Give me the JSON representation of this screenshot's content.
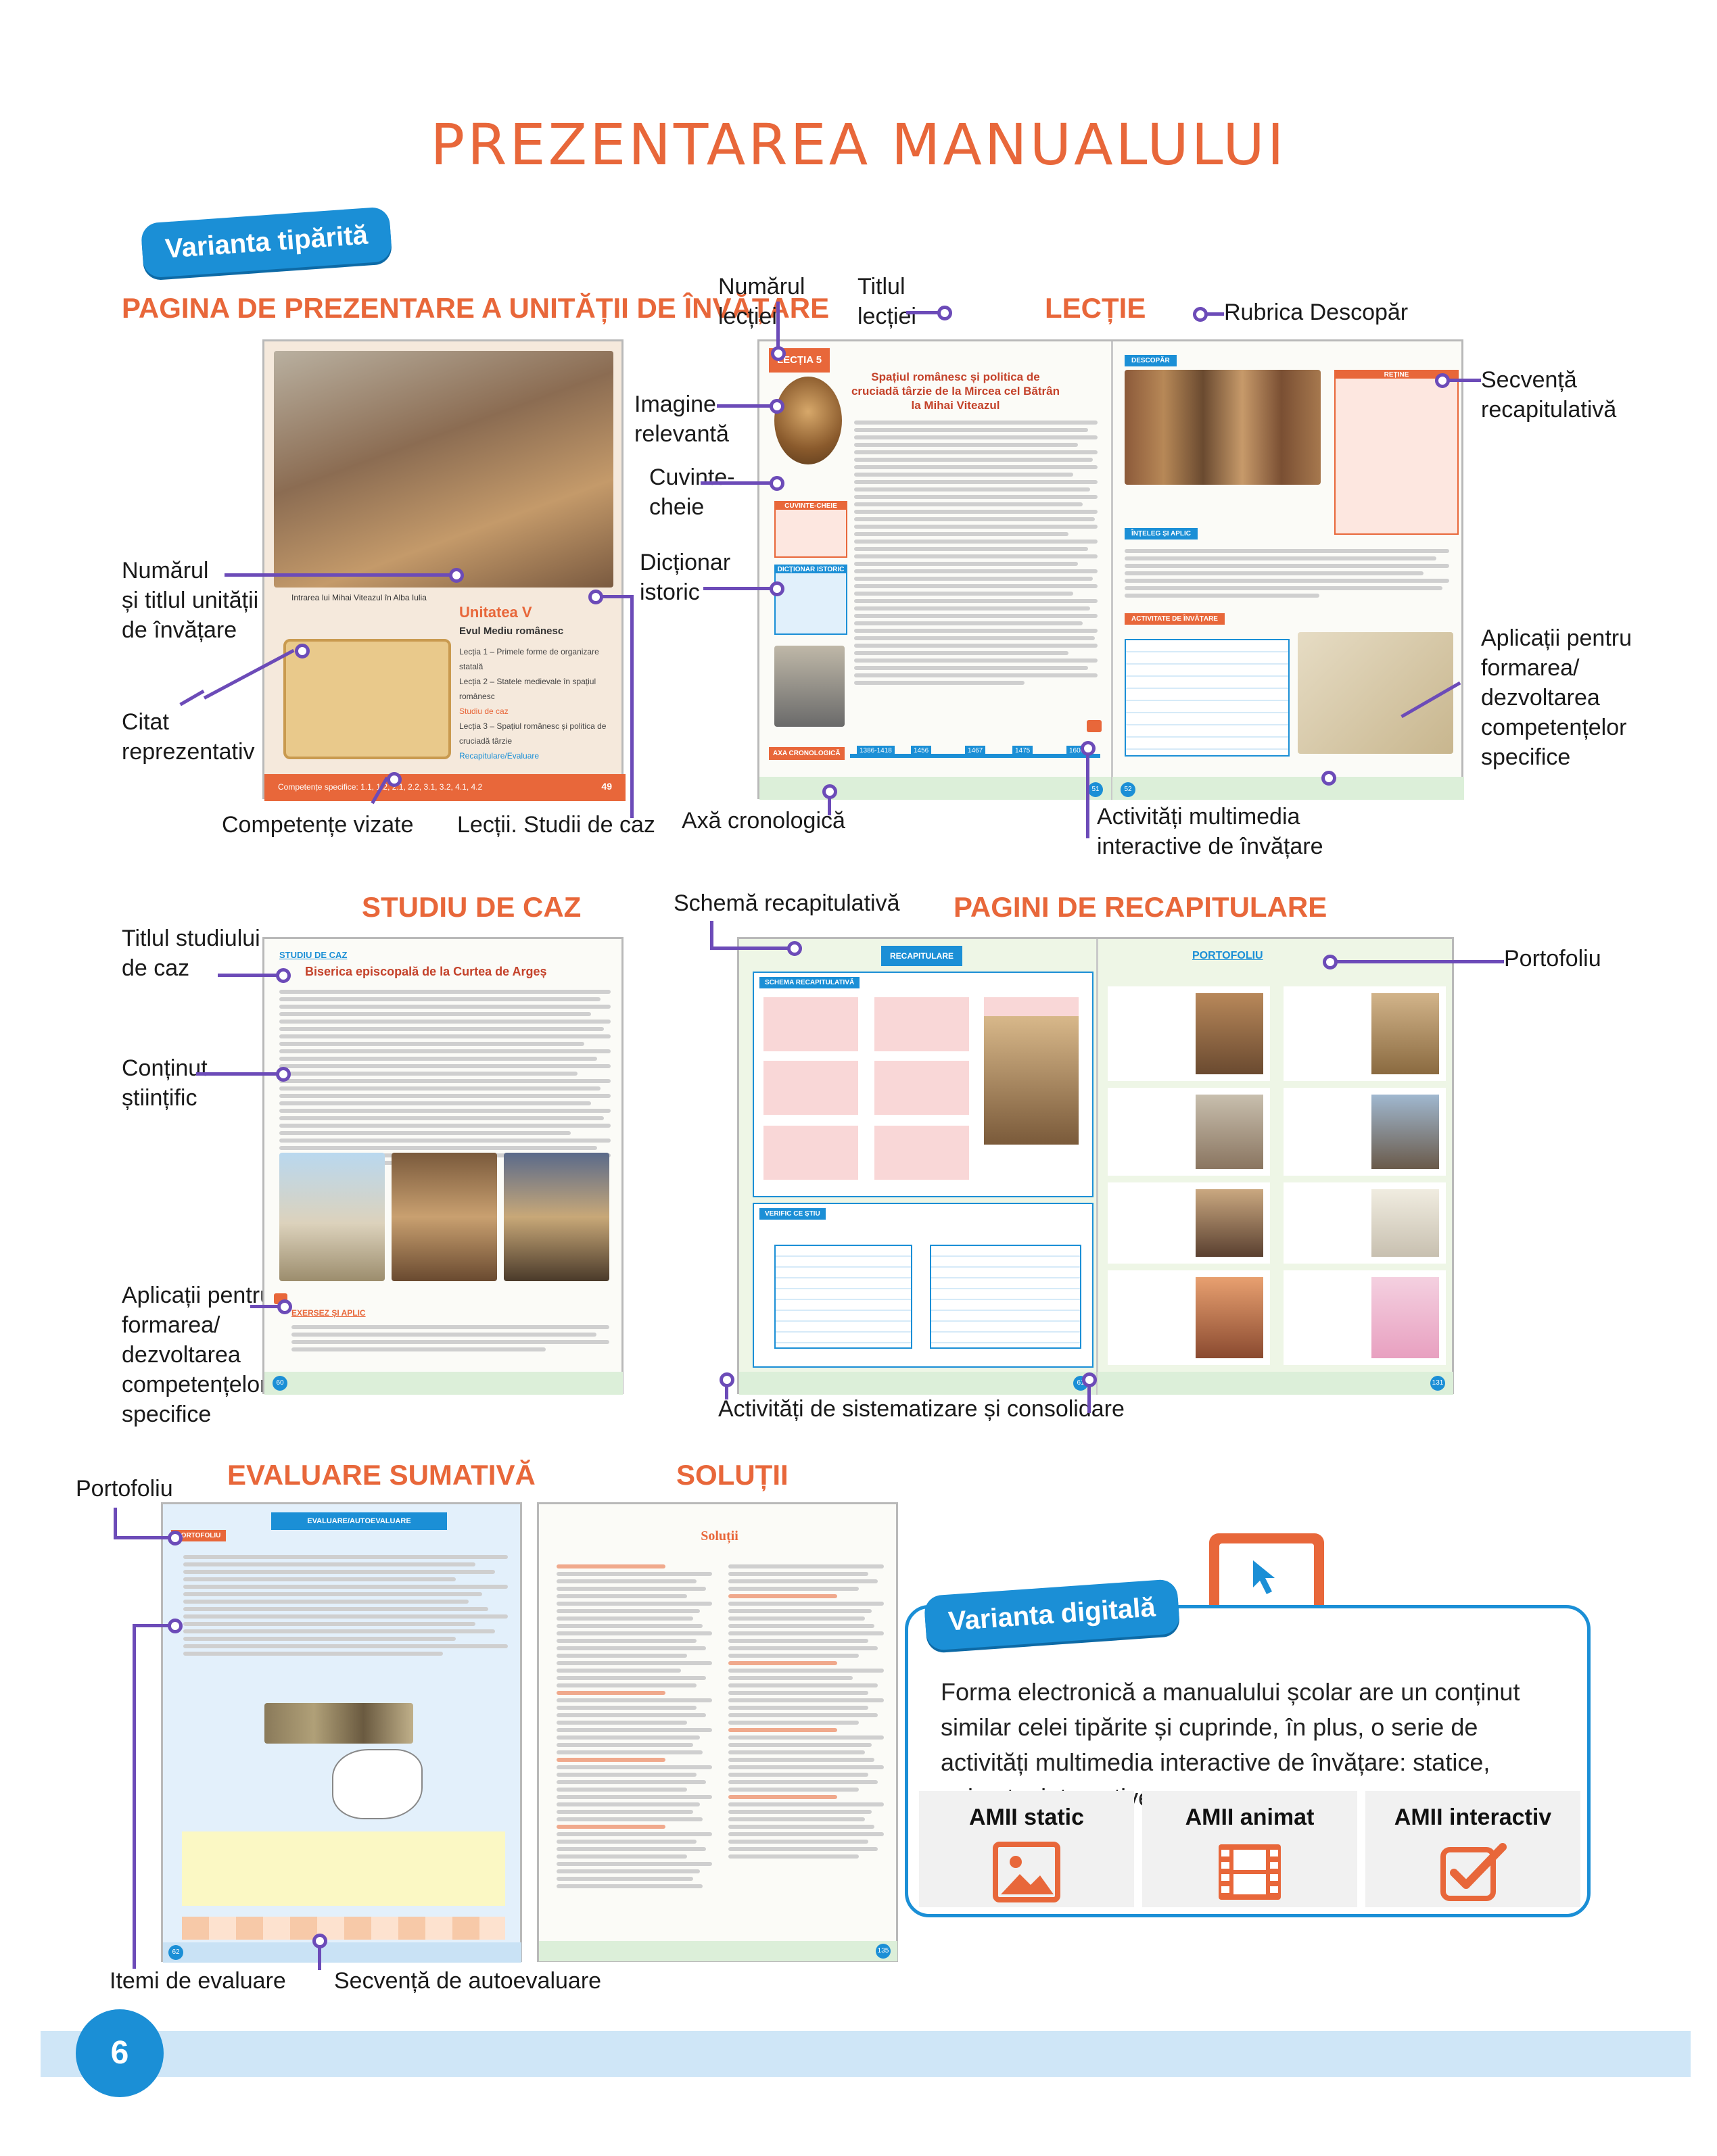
{
  "page_title": "PREZENTAREA MANUALULUI",
  "print_badge": "Varianta tipărită",
  "digital_badge": "Varianta digitală",
  "sections": {
    "unit_intro": "PAGINA DE PREZENTARE A UNITĂȚII DE ÎNVĂȚARE",
    "lesson": "LECȚIE",
    "case_study": "STUDIU DE CAZ",
    "recap": "PAGINI DE RECAPITULARE",
    "summative": "EVALUARE SUMATIVĂ",
    "solutions": "SOLUȚII"
  },
  "labels": {
    "unit_number_title": [
      "Numărul",
      "și titlul unității",
      "de învățare"
    ],
    "quote": [
      "Citat",
      "reprezentativ"
    ],
    "competences": "Competențe vizate",
    "lessons_cases": "Lecții. Studii de caz",
    "lesson_number": [
      "Numărul",
      "lecției"
    ],
    "lesson_title": [
      "Titlul",
      "lecției"
    ],
    "relevant_image": [
      "Imagine",
      "relevantă"
    ],
    "keywords": [
      "Cuvinte-",
      "cheie"
    ],
    "dictionary": [
      "Dicționar",
      "istoric"
    ],
    "timeline": "Axă cronologică",
    "multimedia": [
      "Activități multimedia",
      "interactive de învățare"
    ],
    "discover": "Rubrica Descopăr",
    "recap_sequence": [
      "Secvență",
      "recapitulativă"
    ],
    "applications_right": [
      "Aplicații pentru",
      "formarea/",
      "dezvoltarea",
      "competențelor",
      "specifice"
    ],
    "case_title": [
      "Titlul studiului",
      "de caz"
    ],
    "scientific_content": [
      "Conținut",
      "științific"
    ],
    "applications_left": [
      "Aplicații pentru",
      "formarea/",
      "dezvoltarea",
      "competențelor",
      "specifice"
    ],
    "recap_scheme": "Schemă recapitulativă",
    "portfolio_right": "Portofoliu",
    "systematization": "Activități de sistematizare și consolidare",
    "portfolio_left": "Portofoliu",
    "evaluation_items": "Itemi de evaluare",
    "self_eval": "Secvență de autoevaluare"
  },
  "mockup": {
    "unit_page": {
      "unit": "Unitatea V",
      "subtitle": "Evul Mediu românesc",
      "caption": "Intrarea lui Mihai Viteazul în Alba Iulia",
      "items": [
        "Lecția 1 – Primele forme de organizare statală",
        "Lecția 2 – Statele medievale în spațiul românesc",
        "Studiu de caz",
        "Lecția 3 – Spațiul românesc și politica de cruciadă târzie",
        "Recapitulare/Evaluare"
      ],
      "competences_line": "Competențe specifice: 1.1, 1.2, 2.1, 2.2, 3.1, 3.2, 4.1, 4.2",
      "page": "49"
    },
    "lesson_page": {
      "lesson_tag": "LECȚIA 5",
      "title": "Spațiul românesc și politica de cruciadă târzie de la Mircea cel Bătrân la Mihai Viteazul",
      "keywords_box": "CUVINTE-CHEIE",
      "dictionary_box": "DICȚIONAR ISTORIC",
      "timeline_label": "AXA CRONOLOGICĂ",
      "timeline_years": [
        "1386-1418",
        "1456",
        "1467",
        "1475",
        "1600"
      ],
      "discover_tag": "DESCOPĂR",
      "recap_tag": "REȚINE",
      "understand_tag": "ÎNȚELEG ȘI APLIC",
      "activity_tag": "ACTIVITATE DE ÎNVĂȚARE",
      "pages": [
        "51",
        "52"
      ]
    },
    "case_page": {
      "tag": "STUDIU DE CAZ",
      "title": "Biserica episcopală de la Curtea de Argeș",
      "apply_tag": "EXERSEZ ȘI APLIC",
      "page": "60"
    },
    "recap_page": {
      "tag": "RECAPITULARE",
      "scheme_tag": "SCHEMA RECAPITULATIVĂ",
      "verify_tag": "VERIFIC CE ȘTIU",
      "portfolio_tag": "PORTOFOLIU",
      "pages": [
        "61",
        "131"
      ]
    },
    "summative_page": {
      "portfolio_tag": "PORTOFOLIU",
      "title_tag": "EVALUARE/AUTOEVALUARE",
      "page": "62"
    },
    "solutions_page": {
      "title": "Soluții",
      "page": "135"
    }
  },
  "digital": {
    "description": "Forma electronică a manualului școlar are un conținut similar celei tipărite și cuprinde, în plus, o serie de activități multimedia interactive de învățare: statice, animate, interactive.",
    "types": [
      "AMII static",
      "AMII animat",
      "AMII interactiv"
    ]
  },
  "page_number": "6",
  "colors": {
    "accent": "#e8673a",
    "blue": "#1b8fd6",
    "pointer": "#6c4bb8"
  }
}
